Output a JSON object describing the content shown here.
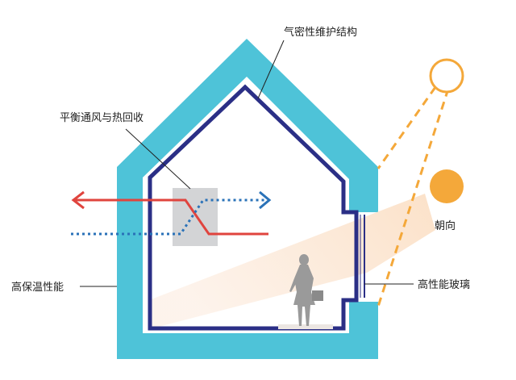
{
  "labels": {
    "airtight_envelope": "气密性维护结构",
    "heat_recovery_ventilation": "平衡通风与热回收",
    "orientation": "朝向",
    "high_insulation": "高保温性能",
    "high_performance_glass": "高性能玻璃"
  },
  "colors": {
    "insulation": "#4ec3d8",
    "airtight_layer": "#2b2f86",
    "exhaust_air": "#e0443e",
    "supply_air": "#2a72b8",
    "sun": "#f4a83a",
    "sunlight": "#fbe3cc",
    "heat_exchanger": "#d3d4d6",
    "text": "#222222"
  },
  "icons": [
    "sun-summer-outline",
    "sun-winter-filled",
    "person-silhouette"
  ]
}
